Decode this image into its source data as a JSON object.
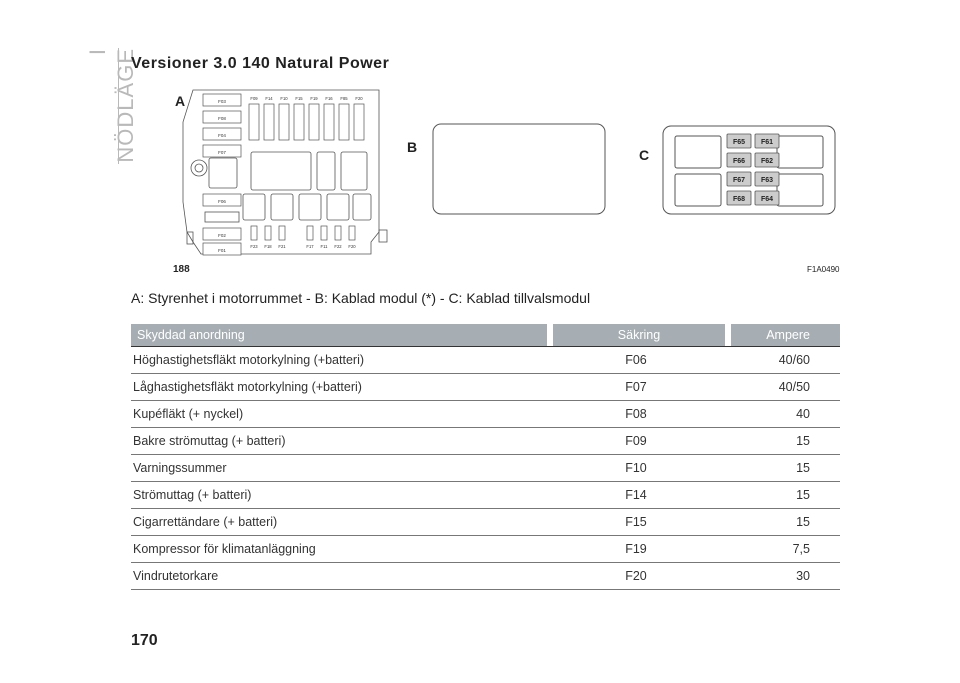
{
  "section_tab": "I NÖDLÄGE",
  "title": "Versioner 3.0 140 Natural Power",
  "figure": {
    "label_a": "A",
    "label_b": "B",
    "label_c": "C",
    "fig_number": "188",
    "fig_code": "F1A0490",
    "a_left_fuses": [
      "F03",
      "F08",
      "F04",
      "F07",
      "F06",
      "F02",
      "F01"
    ],
    "a_top_fuses": [
      "F09",
      "F14",
      "F10",
      "F15",
      "F19",
      "F16",
      "F85",
      "F20"
    ],
    "a_bottom_fuses": [
      "F23",
      "F18",
      "F21",
      "F17",
      "F11",
      "F22",
      "F20"
    ],
    "c_fuses": [
      "F65",
      "F61",
      "F66",
      "F62",
      "F67",
      "F63",
      "F68",
      "F64"
    ]
  },
  "caption": "A: Styrenhet i motorrummet - B: Kablad modul (*) - C: Kablad tillvalsmodul",
  "table": {
    "headers": [
      "Skyddad anordning",
      "Säkring",
      "Ampere"
    ],
    "rows": [
      [
        "Höghastighetsfläkt motorkylning (+batteri)",
        "F06",
        "40/60"
      ],
      [
        "Låghastighetsfläkt motorkylning (+batteri)",
        "F07",
        "40/50"
      ],
      [
        "Kupéfläkt (+ nyckel)",
        "F08",
        "40"
      ],
      [
        "Bakre strömuttag (+ batteri)",
        "F09",
        "15"
      ],
      [
        "Varningssummer",
        "F10",
        "15"
      ],
      [
        "Strömuttag (+ batteri)",
        "F14",
        "15"
      ],
      [
        "Cigarrettändare (+ batteri)",
        "F15",
        "15"
      ],
      [
        "Kompressor för klimatanläggning",
        "F19",
        "7,5"
      ],
      [
        "Vindrutetorkare",
        "F20",
        "30"
      ]
    ]
  },
  "page_number": "170"
}
